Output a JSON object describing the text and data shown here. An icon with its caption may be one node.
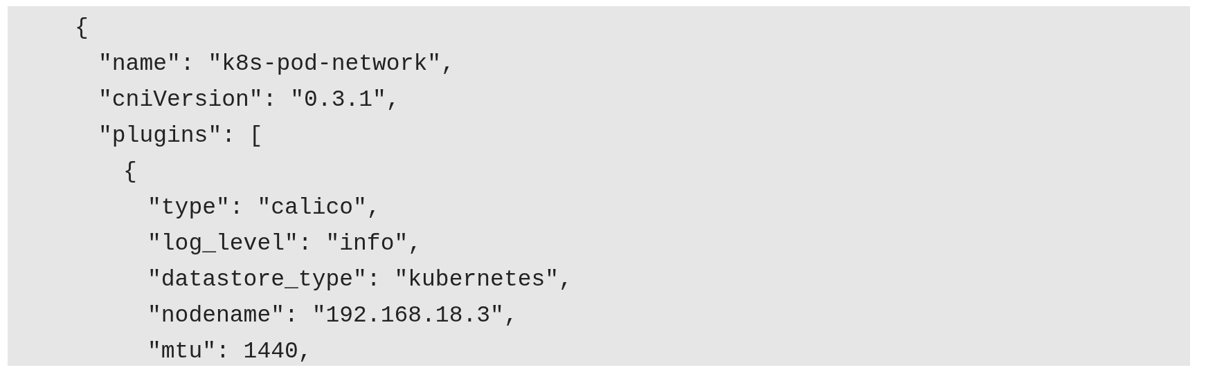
{
  "diagram": {
    "labels": [
      "{",
      "\"name\": \"k8s-pod-network\",",
      "\"cniVersion\": \"0.3.1\",",
      "\"plugins\": [",
      "{",
      "\"type\": \"calico\",",
      "\"log_level\": \"info\",",
      "\"datastore_type\": \"kubernetes\",",
      "\"nodename\": \"192.168.18.3\",",
      "\"mtu\": 1440,"
    ]
  }
}
